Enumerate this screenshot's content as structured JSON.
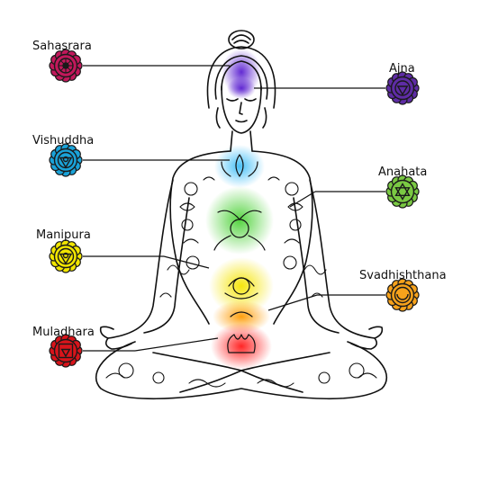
{
  "chakras": [
    {
      "id": "sahasrara",
      "name": "Sahasrara",
      "color": "#c2185b",
      "side": "left",
      "symbol": "lotus"
    },
    {
      "id": "ajna",
      "name": "Ajna",
      "color": "#5e2ca5",
      "side": "right",
      "symbol": "ajna"
    },
    {
      "id": "vishuddha",
      "name": "Vishuddha",
      "color": "#1aa3d9",
      "side": "left",
      "symbol": "triangle-down"
    },
    {
      "id": "anahata",
      "name": "Anahata",
      "color": "#7ac943",
      "side": "right",
      "symbol": "star"
    },
    {
      "id": "manipura",
      "name": "Manipura",
      "color": "#f2e600",
      "side": "left",
      "symbol": "triangle-down"
    },
    {
      "id": "svadhishthana",
      "name": "Svadhishthana",
      "color": "#f7a21b",
      "side": "right",
      "symbol": "crescent"
    },
    {
      "id": "muladhara",
      "name": "Muladhara",
      "color": "#d9141b",
      "side": "left",
      "symbol": "square"
    }
  ],
  "figure": {
    "name": "meditating-woman-figure",
    "line_color": "#111111"
  }
}
